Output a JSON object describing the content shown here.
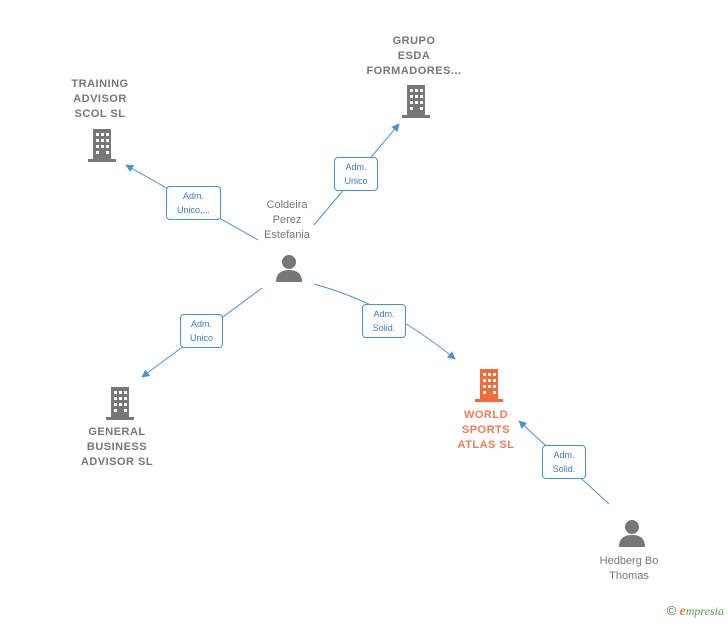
{
  "nodes": {
    "training": {
      "lines": [
        "TRAINING",
        "ADVISOR",
        "SCOL  SL"
      ],
      "kind": "company"
    },
    "grupo": {
      "lines": [
        "GRUPO",
        "ESDA",
        "FORMADORES..."
      ],
      "kind": "company"
    },
    "coldeira": {
      "lines": [
        "Coldeira",
        "Perez",
        "Estefania"
      ],
      "kind": "person"
    },
    "general": {
      "lines": [
        "GENERAL",
        "BUSINESS",
        "ADVISOR  SL"
      ],
      "kind": "company"
    },
    "world": {
      "lines": [
        "WORLD",
        "SPORTS",
        "ATLAS  SL"
      ],
      "kind": "company-focus"
    },
    "hedberg": {
      "lines": [
        "Hedberg Bo",
        "Thomas"
      ],
      "kind": "person"
    }
  },
  "edges": {
    "e1": {
      "lines": [
        "Adm.",
        "Unico,..."
      ]
    },
    "e2": {
      "lines": [
        "Adm.",
        "Unico"
      ]
    },
    "e3": {
      "lines": [
        "Adm.",
        "Unico"
      ]
    },
    "e4": {
      "lines": [
        "Adm.",
        "Solid."
      ]
    },
    "e5": {
      "lines": [
        "Adm.",
        "Solid."
      ]
    }
  },
  "colors": {
    "edge": "#4a90d9",
    "company_icon": "#777777",
    "focus_icon": "#f26b3a",
    "person_icon": "#777777"
  },
  "footer": {
    "copyright": "©",
    "brand_initial": "e",
    "brand_rest": "mpresia"
  }
}
